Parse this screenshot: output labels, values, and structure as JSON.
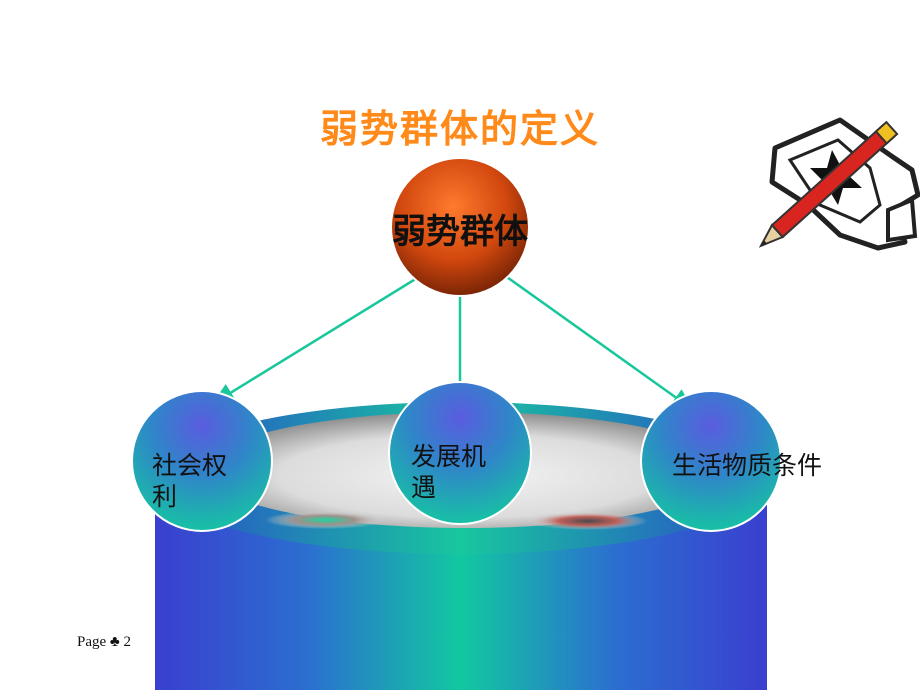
{
  "title": "弱势群体的定义",
  "center_node": "弱势群体",
  "nodes": {
    "left": [
      "社会权",
      "利"
    ],
    "middle": [
      "发展机",
      "遇"
    ],
    "right": "生活物质条件"
  },
  "footer": {
    "page_label": "Page",
    "club_glyph": "♣",
    "page_number": "2"
  },
  "colors": {
    "title": "#ff8a1a",
    "arrow": "#19c79a",
    "center_sphere": "#c9400c",
    "satellite_sphere": "#1aa8a0",
    "cylinder": "#2e3cc8"
  }
}
